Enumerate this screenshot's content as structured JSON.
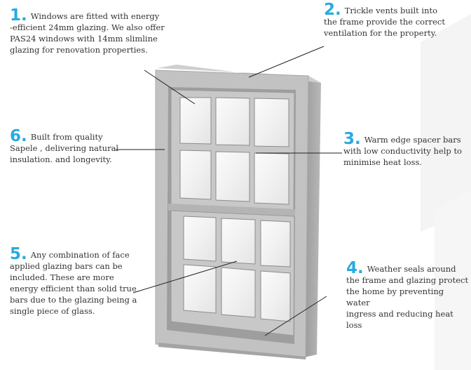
{
  "accent_color": "#29a9e1",
  "callouts": [
    {
      "num": "1.",
      "lines": [
        "Windows are fitted with energy",
        "-efficient  24mm glazing. We also offer",
        "PAS24 windows with 14mm slimline",
        "glazing for renovation properties."
      ]
    },
    {
      "num": "2.",
      "lines": [
        "Trickle vents built into",
        "the frame provide the correct",
        "ventilation for the property."
      ]
    },
    {
      "num": "3.",
      "lines": [
        "Warm edge spacer bars",
        "with low conductivity help to",
        "minimise heat loss."
      ]
    },
    {
      "num": "4.",
      "lines": [
        "Weather seals around",
        "the frame and glazing protect",
        "the home by preventing water",
        "ingress and reducing heat loss"
      ]
    },
    {
      "num": "5.",
      "lines": [
        "Any combination of face",
        "applied glazing bars can be",
        "included.  These are more",
        "energy efficient than solid true",
        "bars due to the glazing being a",
        "single piece of glass."
      ]
    },
    {
      "num": "6.",
      "lines": [
        "Built from quality",
        "Sapele , delivering natural",
        "insulation. and longevity."
      ]
    }
  ]
}
